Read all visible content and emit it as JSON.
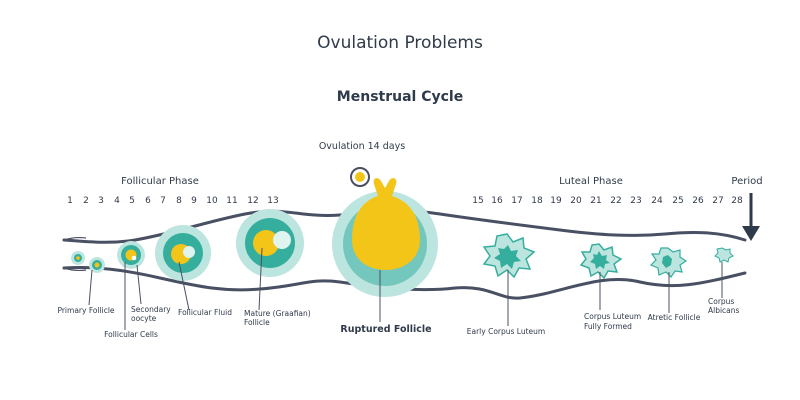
{
  "title": "Ovulation Problems",
  "subtitle": "Menstrual Cycle",
  "ovulation_label": "Ovulation 14 days",
  "phases": {
    "follicular": "Follicular Phase",
    "luteal": "Luteal Phase",
    "period": "Period"
  },
  "days_follicular": [
    "1",
    "2",
    "3",
    "4",
    "5",
    "6",
    "7",
    "8",
    "9",
    "10",
    "11",
    "12",
    "13"
  ],
  "days_luteal": [
    "15",
    "16",
    "17",
    "18",
    "19",
    "20",
    "21",
    "22",
    "23",
    "24",
    "25",
    "26",
    "27",
    "28"
  ],
  "labels": {
    "primary_follicle": "Primary Follicle",
    "follicular_cells": "Follicular Cells",
    "secondary_oocyte_1": "Secondary",
    "secondary_oocyte_2": "oocyte",
    "follicular_fluid": "Follicular Fluid",
    "mature_1": "Mature (Graafian)",
    "mature_2": "Follicle",
    "ruptured_follicle": "Ruptured Follicle",
    "early_corpus": "Early Corpus Luteum",
    "corpus_formed_1": "Corpus Luteum",
    "corpus_formed_2": "Fully Formed",
    "atretic": "Atretic Follicle",
    "albicans_1": "Corpus",
    "albicans_2": "Albicans"
  },
  "colors": {
    "pale_teal": "#bde5df",
    "teal": "#36ae9e",
    "yellow": "#f2c518",
    "ink": "#2f3a4a",
    "band": "#4a5063"
  }
}
